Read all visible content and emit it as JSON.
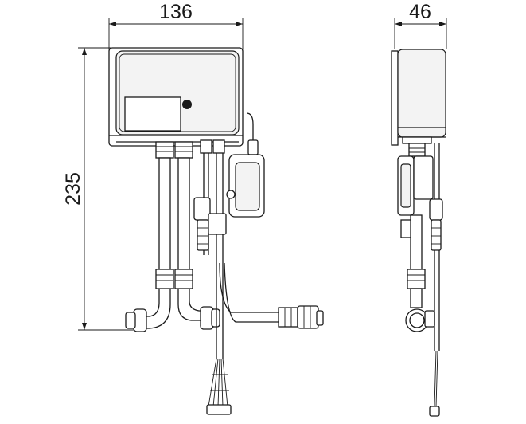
{
  "dimensions": {
    "front_width": "136",
    "front_height": "235",
    "side_depth": "46"
  },
  "colors": {
    "line": "#1a1a1a",
    "background": "#ffffff",
    "panel": "#f3f3f3"
  }
}
